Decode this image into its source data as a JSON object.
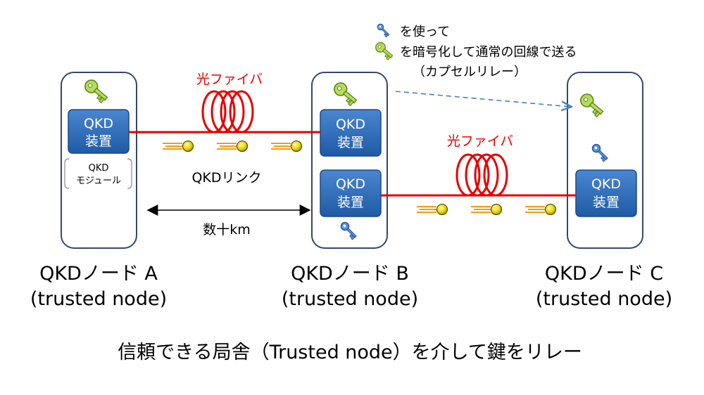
{
  "legend": {
    "line1": "を使って",
    "line2": "を暗号化して通常の回線で送る",
    "line3": "（カプセルリレー）"
  },
  "nodes": [
    {
      "id": "A",
      "label": "QKDノード A",
      "sub": "(trusted node)"
    },
    {
      "id": "B",
      "label": "QKDノード B",
      "sub": "(trusted node)"
    },
    {
      "id": "C",
      "label": "QKDノード C",
      "sub": "(trusted node)"
    }
  ],
  "device": {
    "line1": "QKD",
    "line2": "装置"
  },
  "module": {
    "line1": "QKD",
    "line2": "モジュール"
  },
  "fiber_label": "光ファイバ",
  "link_label": "QKDリンク",
  "distance_label": "数十km",
  "caption": "信頼できる局舎（Trusted node）を介して鍵をリレー",
  "colors": {
    "device_fill": "#2f6db5",
    "node_border": "#35486a",
    "fiber": "#e60000",
    "fiber_label": "#e60000",
    "photon": "#e8d600",
    "trail": "#f39c12",
    "green_key": "#9acd32",
    "blue_key": "#2b6fd0",
    "dashed_arrow": "#4a7fb8"
  },
  "icons": {
    "green_key": "green-key-icon",
    "blue_key": "blue-key-icon",
    "photon": "photon-icon"
  }
}
